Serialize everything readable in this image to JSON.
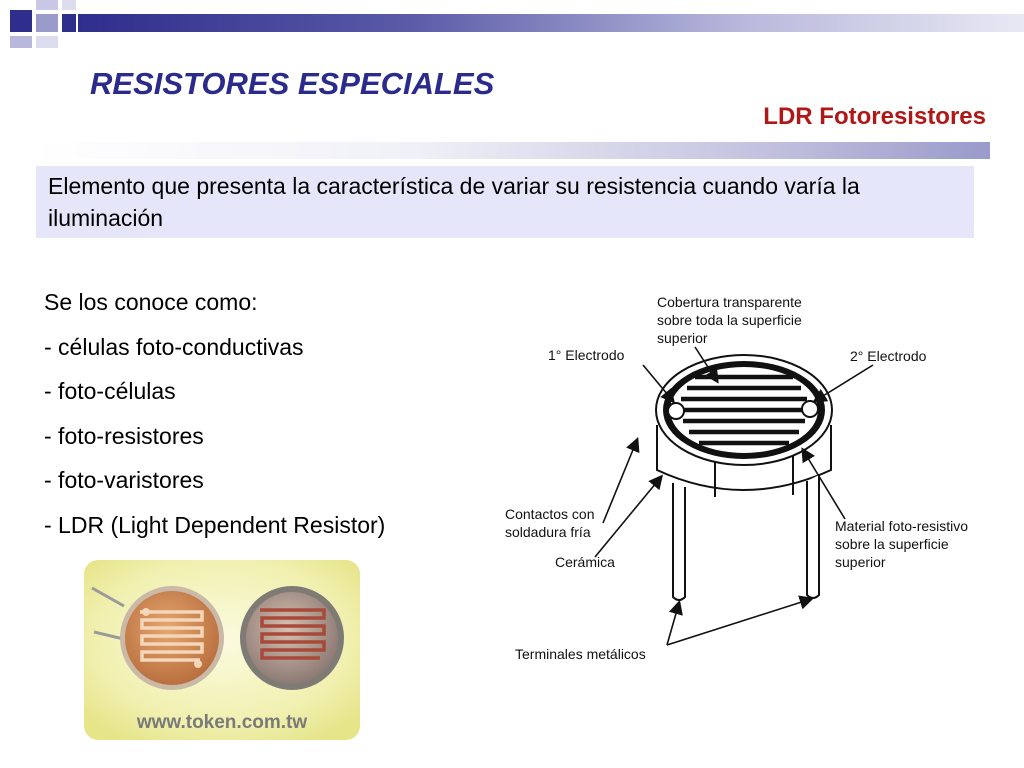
{
  "slide": {
    "title": "RESISTORES ESPECIALES",
    "subtitle": "LDR Fotoresistores",
    "definition": "Elemento que presenta la característica de variar su resistencia cuando varía la iluminación",
    "list_intro": "Se los conoce como:",
    "list_items": [
      "- células foto-conductivas",
      "- foto-células",
      "- foto-resistores",
      "- foto-varistores",
      "- LDR (Light Dependent Resistor)"
    ]
  },
  "photo": {
    "watermark": "www.token.com.tw"
  },
  "diagram": {
    "labels": {
      "cover_line1": "Cobertura transparente",
      "cover_line2": "sobre toda la superficie",
      "cover_line3": "superior",
      "electrode1": "1° Electrodo",
      "electrode2": "2° Electrodo",
      "contacts_line1": "Contactos con",
      "contacts_line2": "soldadura fría",
      "ceramic": "Cerámica",
      "material_line1": "Material foto-resistivo",
      "material_line2": "sobre la superficie",
      "material_line3": "superior",
      "terminals": "Terminales metálicos"
    }
  },
  "colors": {
    "title": "#2b2b8c",
    "subtitle": "#b01818",
    "definition_bg": "#e6e6fa",
    "accent_dark": "#2e2e8c"
  }
}
